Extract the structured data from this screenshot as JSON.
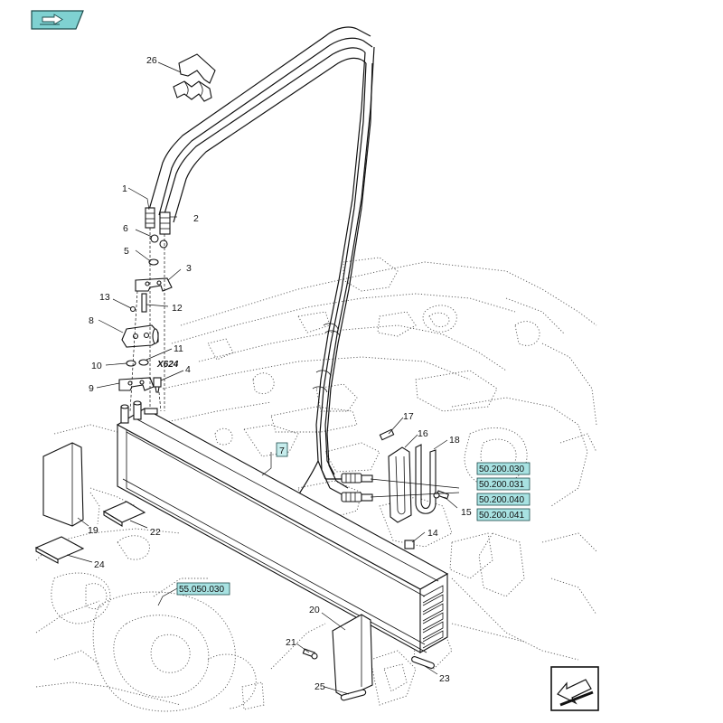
{
  "nav": {
    "back_icon": "return-arrow-icon",
    "forward_icon": "exit-arrow-icon"
  },
  "colors": {
    "ref_box_fill": "#a8e2e2",
    "ref_box_stroke": "#1c4b4b",
    "nav_fill": "#7fd1d1"
  },
  "labels": {
    "p1": "1",
    "p2": "2",
    "p3": "3",
    "p4": "4",
    "p5": "5",
    "p6": "6",
    "p7": "7",
    "p8": "8",
    "p9": "9",
    "p10": "10",
    "p11": "11",
    "p12": "12",
    "p13": "13",
    "p14": "14",
    "p15": "15",
    "p16": "16",
    "p17": "17",
    "p18": "18",
    "p19": "19",
    "p20": "20",
    "p21": "21",
    "p22": "22",
    "p23": "23",
    "p24": "24",
    "p25": "25",
    "p26": "26",
    "connector": "X624"
  },
  "refs": {
    "r1": "50.200.030",
    "r2": "50.200.031",
    "r3": "50.200.040",
    "r4": "50.200.041",
    "r5": "55.050.030"
  }
}
